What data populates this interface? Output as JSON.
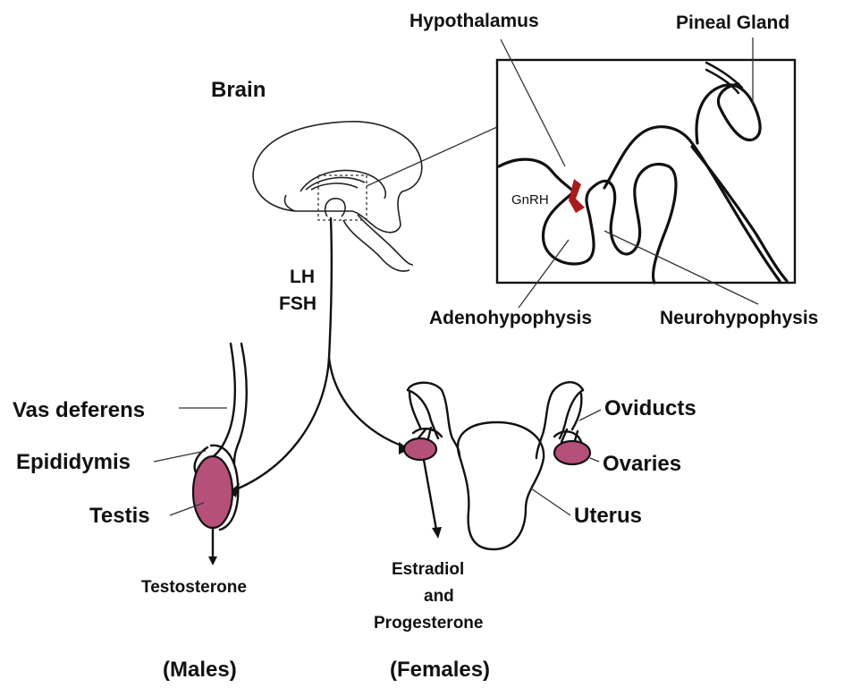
{
  "labels": {
    "brain": "Brain",
    "hypothalamus": "Hypothalamus",
    "pineal_gland": "Pineal Gland",
    "gnrh": "GnRH",
    "adenohypophysis": "Adenohypophysis",
    "neurohypophysis": "Neurohypophysis",
    "lh": "LH",
    "fsh": "FSH",
    "vas_deferens": "Vas deferens",
    "epididymis": "Epididymis",
    "testis": "Testis",
    "testosterone": "Testosterone",
    "oviducts": "Oviducts",
    "ovaries": "Ovaries",
    "uterus": "Uterus",
    "estradiol_line1": "Estradiol",
    "estradiol_line2": "and",
    "estradiol_line3": "Progesterone",
    "males": "(Males)",
    "females": "(Females)"
  },
  "colors": {
    "gonad_fill": "#b5507a",
    "gnrh_marker": "#a81c1c",
    "line": "#111111"
  }
}
